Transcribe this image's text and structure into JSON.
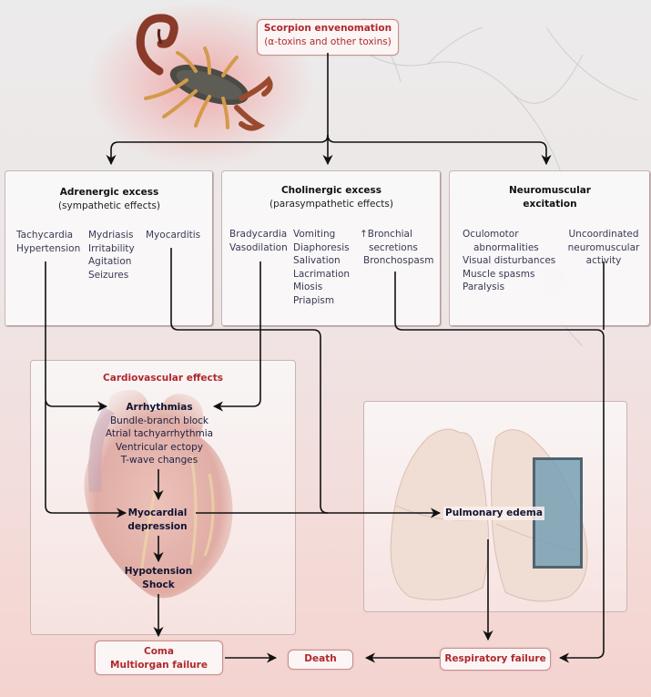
{
  "source": {
    "title": "Scorpion envenomation",
    "subtitle": "(α-toxins and other toxins)"
  },
  "panels": {
    "adrenergic": {
      "title": "Adrenergic excess",
      "subtitle": "(sympathetic effects)",
      "col1": [
        "Tachycardia",
        "Hypertension"
      ],
      "col2": [
        "Mydriasis",
        "Irritability",
        "Agitation",
        "Seizures"
      ],
      "col3": [
        "Myocarditis"
      ]
    },
    "cholinergic": {
      "title": "Cholinergic excess",
      "subtitle": "(parasympathetic effects)",
      "col1": [
        "Bradycardia",
        "Vasodilation"
      ],
      "col2": [
        "Vomiting",
        "Diaphoresis",
        "Salivation",
        "Lacrimation",
        "Miosis",
        "Priapism"
      ],
      "col3": [
        "↑Bronchial",
        "secretions",
        "Bronchospasm"
      ]
    },
    "neuromuscular": {
      "title_line1": "Neuromuscular",
      "title_line2": "excitation",
      "col1": [
        "Oculomotor",
        "abnormalities",
        "Visual disturbances",
        "Muscle spasms",
        "Paralysis"
      ],
      "col2": [
        "Uncoordinated",
        "neuromuscular",
        "activity"
      ]
    }
  },
  "cardiovascular": {
    "title": "Cardiovascular effects",
    "arrhythmias_title": "Arrhythmias",
    "arrhythmias_items": [
      "Bundle-branch block",
      "Atrial tachyarrhythmia",
      "Ventricular ectopy",
      "T-wave changes"
    ],
    "myocardial_line1": "Myocardial",
    "myocardial_line2": "depression",
    "hypotension_line1": "Hypotension",
    "hypotension_line2": "Shock"
  },
  "pulmonary": {
    "edema_label": "Pulmonary edema"
  },
  "outcomes": {
    "coma_line1": "Coma",
    "coma_line2": "Multiorgan failure",
    "death": "Death",
    "respiratory_failure": "Respiratory failure"
  },
  "colors": {
    "accent_red": "#b0282c",
    "text_navy": "#1d2044",
    "highlight_box": "#4f6470"
  },
  "icons": {
    "scorpion": "scorpion-illustration",
    "heart": "heart-illustration",
    "lungs": "lungs-illustration"
  }
}
